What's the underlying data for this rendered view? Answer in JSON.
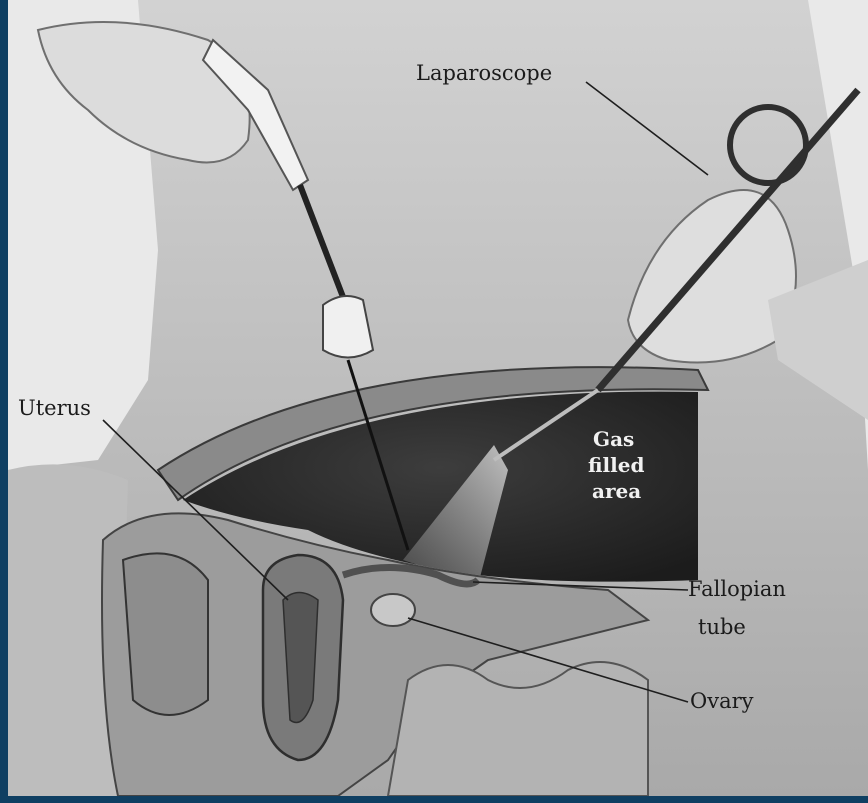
{
  "colors": {
    "frame": "#0f3f62",
    "background": "#e9e9e9",
    "cavity": "#2b2b2b"
  },
  "labels": {
    "laparoscope": "Laparoscope",
    "uterus": "Uterus",
    "gas_filled_line1": "Gas",
    "gas_filled_line2": "filled",
    "gas_filled_line3": "area",
    "fallopian_line1": "Fallopian",
    "fallopian_line2": "tube",
    "ovary": "Ovary"
  }
}
